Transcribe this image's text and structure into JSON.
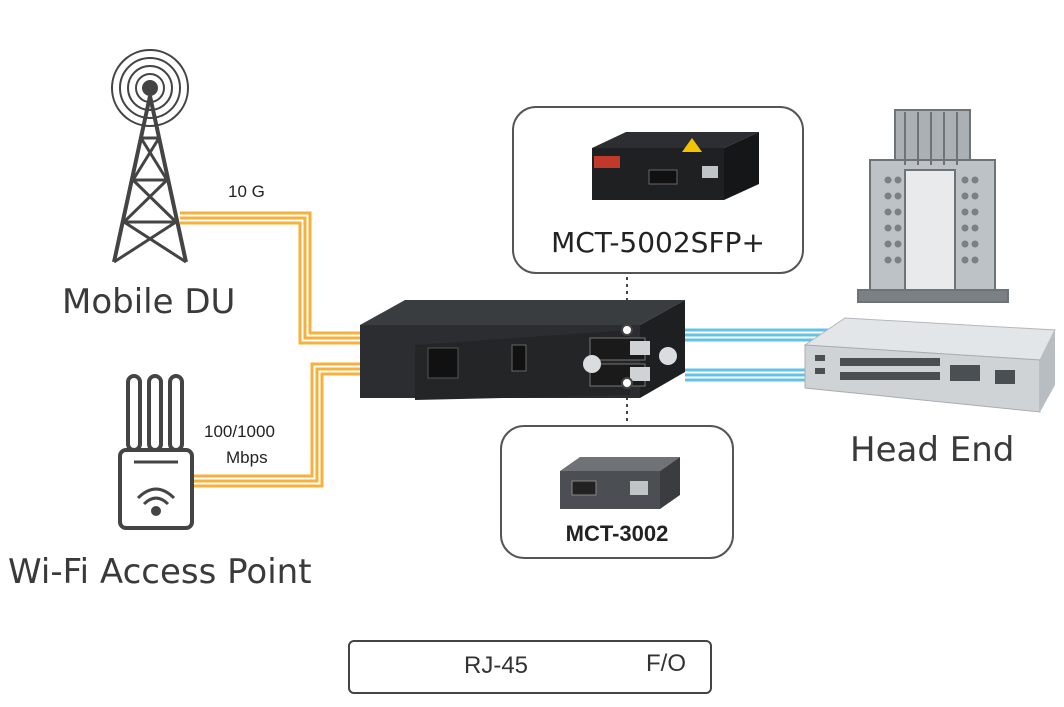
{
  "nodes": {
    "mobile_du": "Mobile DU",
    "wifi_ap": "Wi-Fi Access Point",
    "head_end": "Head End"
  },
  "links": {
    "top_speed": "10 G",
    "bottom_speed_line1": "100/1000",
    "bottom_speed_line2": "Mbps"
  },
  "callouts": {
    "top_product": "MCT-5002SFP+",
    "bottom_product": "MCT-3002"
  },
  "legend": {
    "rj45_label": "RJ-45",
    "fo_label": "F/O",
    "rj45_color": "#63c3e6",
    "fo_color": "#f6b13b"
  },
  "icons": [
    "cell-tower-icon",
    "wifi-router-icon",
    "office-building-icon",
    "chassis-device",
    "head-end-switch",
    "media-converter"
  ]
}
